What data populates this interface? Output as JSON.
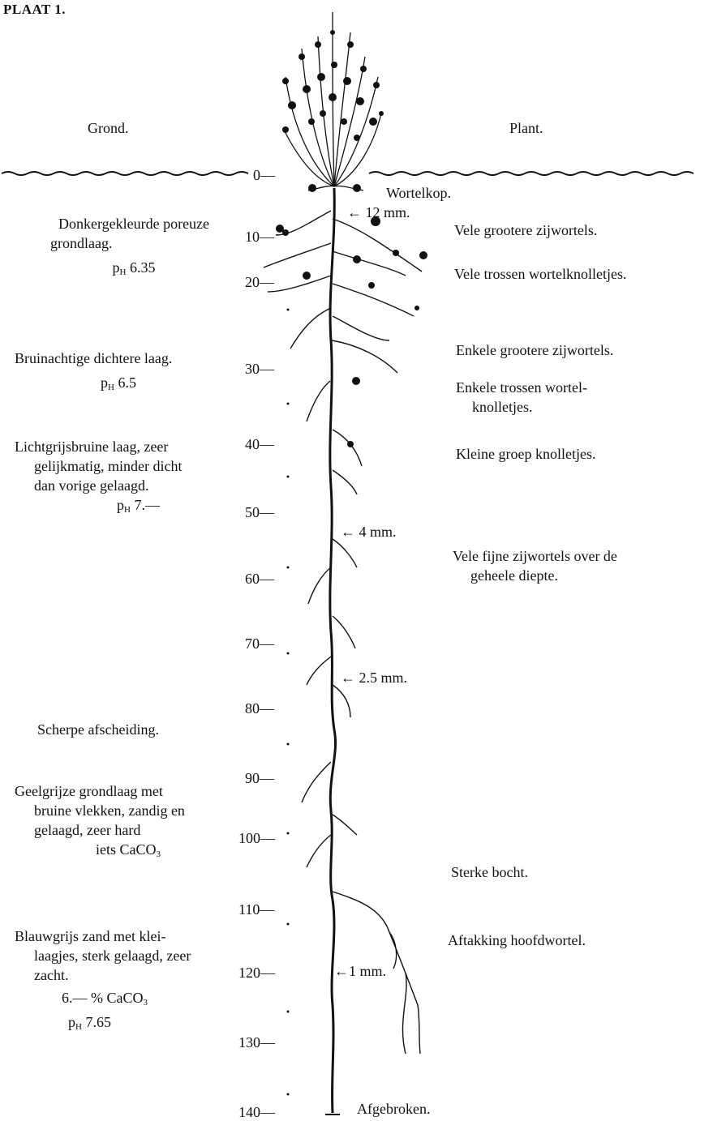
{
  "plate_title": "PLAAT 1.",
  "headers": {
    "left": "Grond.",
    "right": "Plant."
  },
  "depth_labels": [
    "0—",
    "10—",
    "20—",
    "30—",
    "40—",
    "50—",
    "60—",
    "70—",
    "80—",
    "90—",
    "100—",
    "110—",
    "120—",
    "130—",
    "140—"
  ],
  "soil": {
    "layer1": {
      "lines": [
        "Donkergekleurde poreuze",
        "grondlaag."
      ],
      "ph_sym": "p",
      "ph_sub": "H",
      "ph_val": "6.35"
    },
    "layer2": {
      "lines": [
        "Bruinachtige dichtere laag."
      ],
      "ph_sym": "p",
      "ph_sub": "H",
      "ph_val": "6.5"
    },
    "layer3": {
      "lines": [
        "Lichtgrijsbruine laag, zeer",
        "gelijkmatig, minder dicht",
        "dan vorige gelaagd."
      ],
      "ph_sym": "p",
      "ph_sub": "H",
      "ph_val": "7.—"
    },
    "boundary": "Scherpe afscheiding.",
    "layer4": {
      "lines": [
        "Geelgrijze grondlaag met",
        "bruine vlekken, zandig en",
        "gelaagd, zeer hard"
      ],
      "caco3": "iets CaCO",
      "caco3_sub": "3"
    },
    "layer5": {
      "lines": [
        "Blauwgrijs zand met klei-",
        "laagjes, sterk gelaagd, zeer",
        "zacht."
      ],
      "caco3": "6.— % CaCO",
      "caco3_sub": "3",
      "ph_sym": "p",
      "ph_sub": "H",
      "ph_val": "7.65"
    }
  },
  "plant": {
    "wortelkop": "Wortelkop.",
    "d12": "← 12 mm.",
    "vele_groot": "Vele grootere zijwortels.",
    "vele_trossen": "Vele trossen wortelknolletjes.",
    "enkele_groot": "Enkele grootere zijwortels.",
    "enkele_trossen": [
      "Enkele trossen wortel-",
      "knolletjes."
    ],
    "kleine_groep": "Kleine groep knolletjes.",
    "d4": "← 4 mm.",
    "vele_fijne": [
      "Vele fijne zijwortels over de",
      "geheele diepte."
    ],
    "d25": "← 2.5 mm.",
    "sterke_bocht": "Sterke bocht.",
    "aftakking": "Aftakking hoofdwortel.",
    "d1": "←1 mm.",
    "afgebroken": "Afgebroken."
  }
}
